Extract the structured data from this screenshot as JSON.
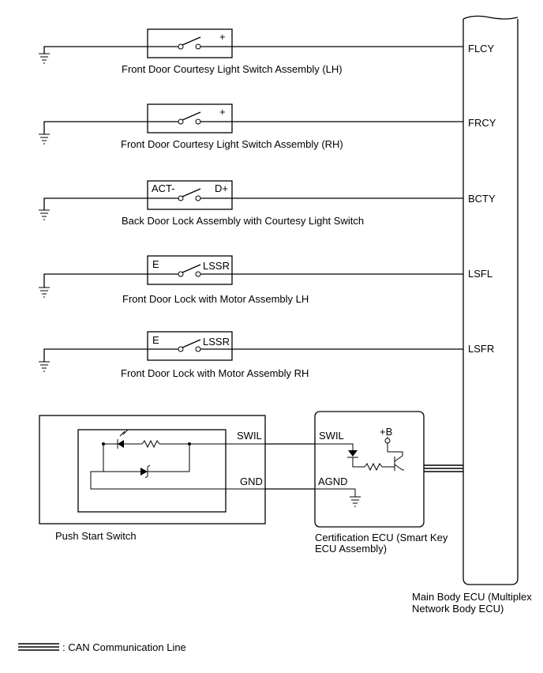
{
  "main_ecu": {
    "label_line1": "Main Body ECU (Multiplex",
    "label_line2": "Network Body ECU)",
    "terminals": [
      "FLCY",
      "FRCY",
      "BCTY",
      "LSFL",
      "LSFR"
    ]
  },
  "switches": [
    {
      "name": "Front Door Courtesy Light Switch Assembly (LH)",
      "left_terminal": "",
      "right_terminal": "+"
    },
    {
      "name": "Front Door Courtesy Light Switch Assembly (RH)",
      "left_terminal": "",
      "right_terminal": "+"
    },
    {
      "name": "Back Door Lock Assembly with Courtesy Light Switch",
      "left_terminal": "ACT-",
      "right_terminal": "D+"
    },
    {
      "name": "Front Door Lock with Motor Assembly LH",
      "left_terminal": "E",
      "right_terminal": "LSSR"
    },
    {
      "name": "Front Door Lock with Motor Assembly RH",
      "left_terminal": "E",
      "right_terminal": "LSSR"
    }
  ],
  "push_start": {
    "name": "Push Start Switch",
    "terminal_swil": "SWIL",
    "terminal_gnd": "GND"
  },
  "cert_ecu": {
    "label_line1": "Certification ECU (Smart Key",
    "label_line2": "ECU Assembly)",
    "terminal_swil": "SWIL",
    "terminal_agnd": "AGND",
    "supply": "+B"
  },
  "legend": {
    "text": ": CAN Communication Line"
  }
}
